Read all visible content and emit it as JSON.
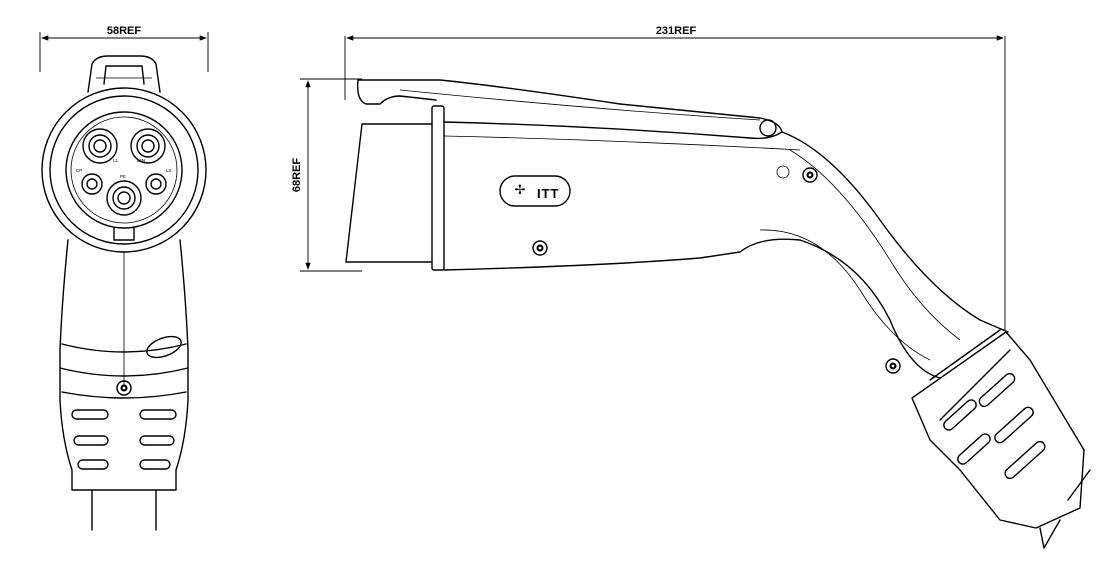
{
  "dimensions": {
    "width_label": "58REF",
    "length_label": "231REF",
    "height_label": "68REF"
  },
  "front_view": {
    "pin_labels": [
      "L1",
      "L2N",
      "L3",
      "PE",
      "CP"
    ]
  },
  "side_view": {
    "logo_text": "ITT"
  },
  "icons": [
    "screw-icon",
    "logo-mark-icon"
  ]
}
